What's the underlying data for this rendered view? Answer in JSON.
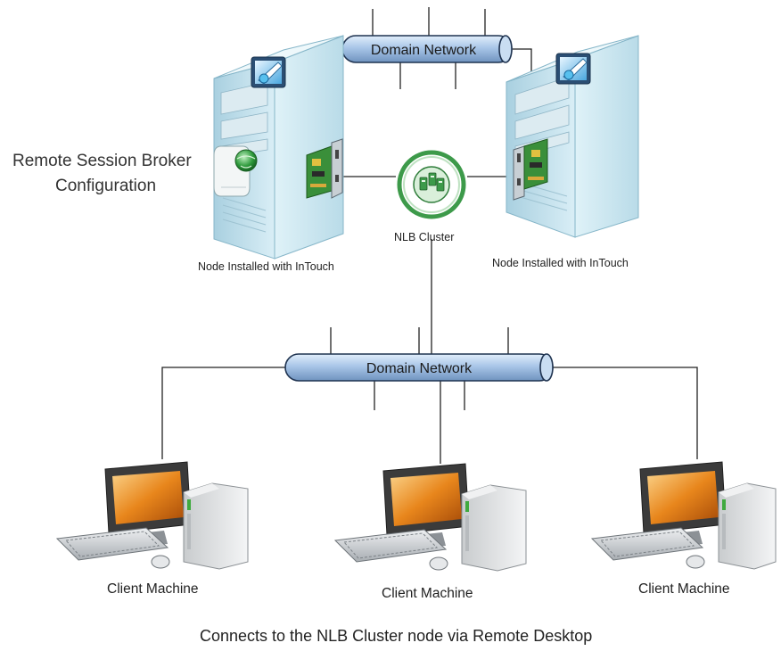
{
  "networks": {
    "top": "Domain Network",
    "bottom": "Domain Network"
  },
  "cluster": {
    "label": "NLB Cluster"
  },
  "broker": {
    "line1": "Remote Session Broker",
    "line2": "Configuration"
  },
  "nodes": [
    {
      "label": "Node Installed with InTouch"
    },
    {
      "label": "Node Installed with InTouch"
    }
  ],
  "clients": [
    {
      "label": "Client Machine"
    },
    {
      "label": "Client Machine"
    },
    {
      "label": "Client Machine"
    }
  ],
  "footer": "Connects to the NLB Cluster node via Remote Desktop",
  "colors": {
    "pipe": "#a9c6e8",
    "tower": "#cfe7f2",
    "cluster_ring": "#3d9a4a",
    "monitor_screen": "#e07a12",
    "nic_board": "#3a8f3a"
  },
  "icons": [
    "remote-app-icon",
    "network-card-icon",
    "nlb-cluster-icon",
    "globe-scroll-icon",
    "client-computer-icon"
  ]
}
